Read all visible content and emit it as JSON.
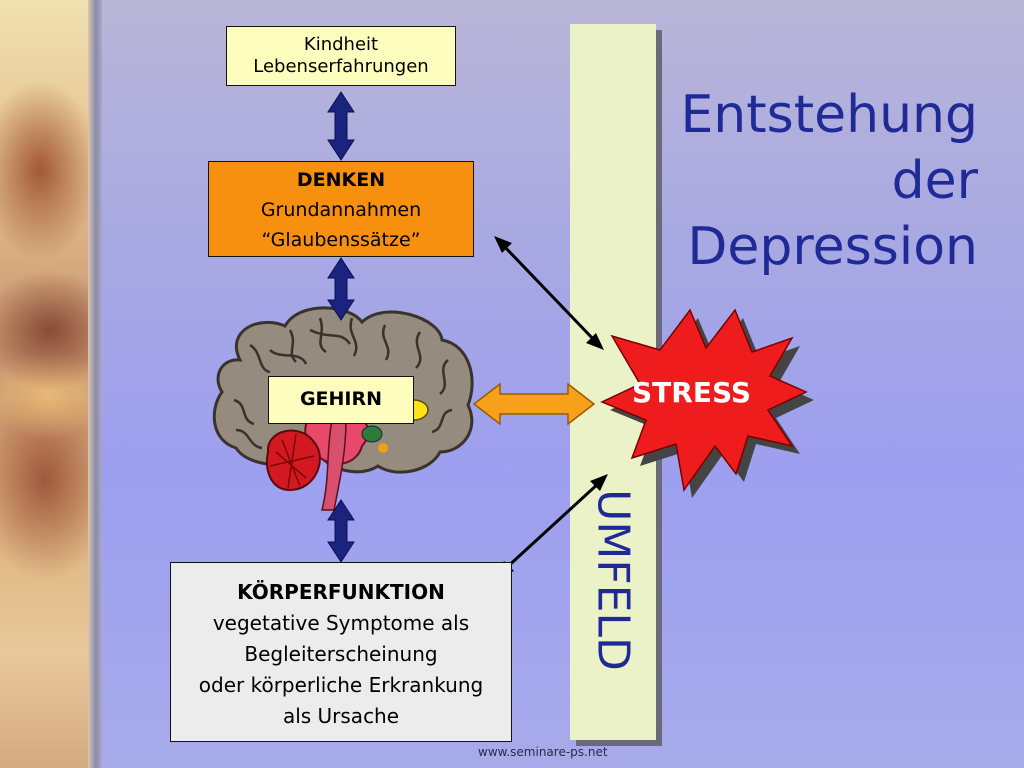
{
  "title": {
    "line1": "Entstehung",
    "line2": "der",
    "line3": "Depression"
  },
  "boxes": {
    "kindheit": {
      "line1": "Kindheit",
      "line2": "Lebenserfahrungen"
    },
    "denken": {
      "heading": "DENKEN",
      "line1": "Grundannahmen",
      "line2": "“Glaubenssätze”"
    },
    "gehirn": {
      "label": "GEHIRN"
    },
    "koerper": {
      "heading": "KÖRPERFUNKTION",
      "line1": "vegetative Symptome als",
      "line2": "Begleiterscheinung",
      "line3": "oder körperliche Erkrankung",
      "line4": "als Ursache"
    }
  },
  "umfeld": {
    "label": "UMFELD"
  },
  "stress": {
    "label": "STRESS"
  },
  "footer": {
    "url": "www.seminare-ps.net"
  },
  "colors": {
    "title_text": "#1f2a96",
    "arrow_navy": "#1a237e",
    "stress_red": "#ee1c1c",
    "denken_orange": "#f7900f",
    "box_yellow": "#fdfdbd",
    "umfeld_bar": "#ecf2c7",
    "gehirn_arrow": "#f7a11a"
  },
  "icons": {
    "brain": "brain-icon",
    "stress_burst": "starburst-icon"
  }
}
